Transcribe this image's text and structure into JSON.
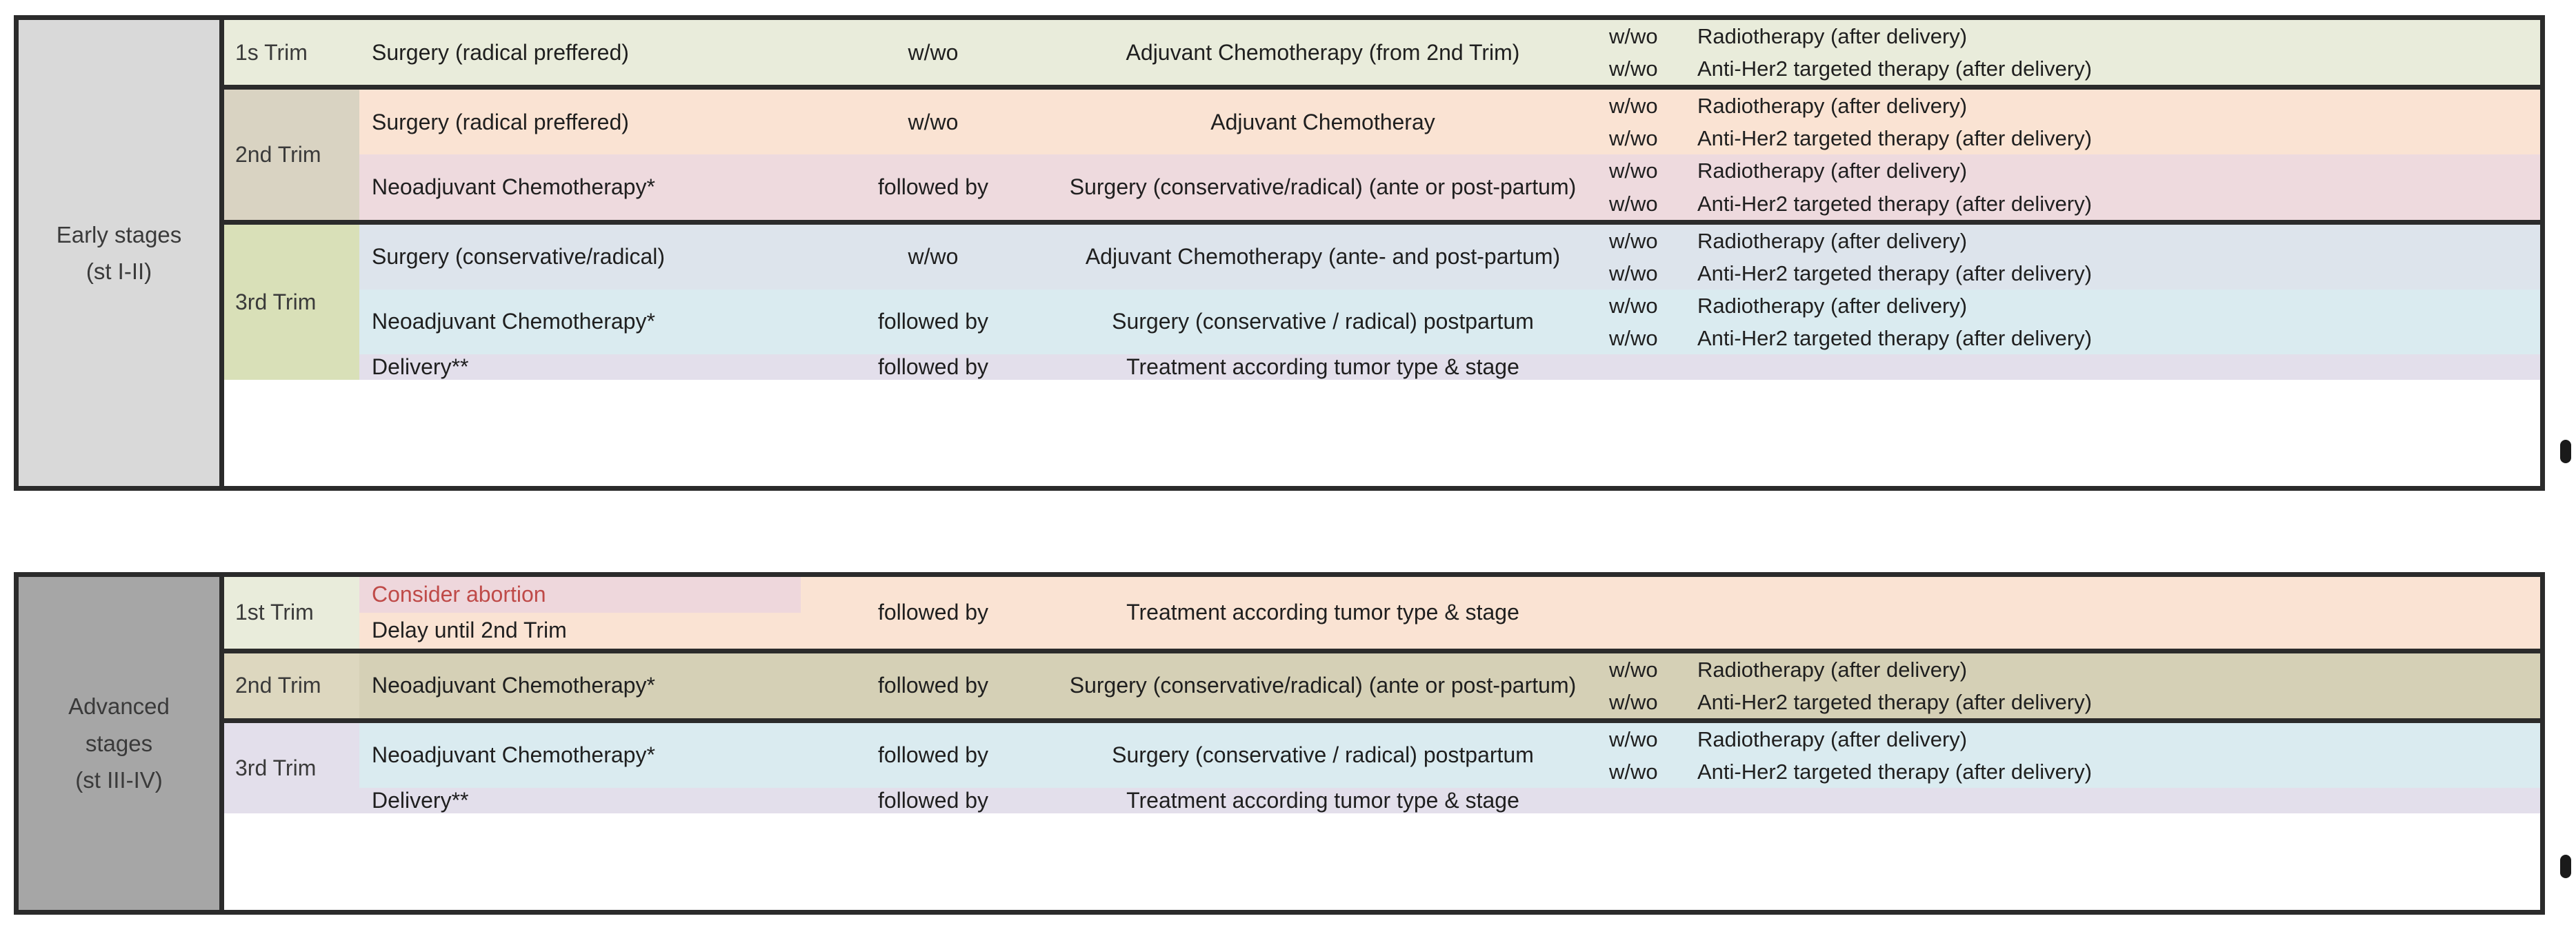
{
  "figure": {
    "type": "treatment-algorithm-table",
    "subject": "Breast cancer treatment during pregnancy by stage and trimester"
  },
  "colors": {
    "border": "#2b2b2b",
    "stage_early_bg": "#d9d9d9",
    "stage_advanced_bg": "#a6a6a6",
    "abortion_text": "#bf4a48",
    "abortion_highlight": "#eed7dc",
    "row_green": "#e9ecdb",
    "row_peach": "#fae3d3",
    "row_pink": "#eedade",
    "row_blue_grey": "#dde4ec",
    "row_light_blue": "#daebf0",
    "row_lavender": "#e3dfeb",
    "trim_tan": "#d9d3c2",
    "trim_olive": "#d9e0b8",
    "trim_cream": "#e9ecdb",
    "trim_khaki": "#ddd7bf",
    "trim_lavender": "#e3dfeb",
    "adv_2nd_khaki": "#d5d0b6"
  },
  "tables": [
    {
      "id": "early",
      "stage_label_lines": [
        "Early stages",
        "(st I-II)"
      ],
      "groups": [
        {
          "trimester": "1s Trim",
          "trim_bg": "#e9ecdb",
          "rows": [
            {
              "bg": "#e9ecdb",
              "primary": "Surgery (radical preffered)",
              "connector": "w/wo",
              "secondary": "Adjuvant Chemotherapy (from 2nd Trim)",
              "addons": [
                {
                  "wwo": "w/wo",
                  "text": "Radiotherapy (after delivery)"
                },
                {
                  "wwo": "w/wo",
                  "text": "Anti-Her2 targeted therapy (after delivery)"
                }
              ]
            }
          ]
        },
        {
          "trimester": "2nd Trim",
          "trim_bg": "#d9d3c2",
          "rows": [
            {
              "bg": "#fae3d3",
              "primary": "Surgery (radical preffered)",
              "connector": "w/wo",
              "secondary": "Adjuvant Chemotheray",
              "addons": [
                {
                  "wwo": "w/wo",
                  "text": "Radiotherapy (after delivery)"
                },
                {
                  "wwo": "w/wo",
                  "text": "Anti-Her2 targeted therapy (after delivery)"
                }
              ]
            },
            {
              "bg": "#eedade",
              "primary": "Neoadjuvant Chemotherapy*",
              "connector": "followed by",
              "secondary": "Surgery (conservative/radical) (ante or post-partum)",
              "addons": [
                {
                  "wwo": "w/wo",
                  "text": "Radiotherapy (after delivery)"
                },
                {
                  "wwo": "w/wo",
                  "text": "Anti-Her2 targeted therapy (after delivery)"
                }
              ]
            }
          ]
        },
        {
          "trimester": "3rd Trim",
          "trim_bg": "#d9e0b8",
          "rows": [
            {
              "bg": "#dde4ec",
              "primary": "Surgery (conservative/radical)",
              "connector": "w/wo",
              "secondary": "Adjuvant Chemotherapy (ante- and post-partum)",
              "addons": [
                {
                  "wwo": "w/wo",
                  "text": "Radiotherapy (after delivery)"
                },
                {
                  "wwo": "w/wo",
                  "text": "Anti-Her2 targeted therapy (after delivery)"
                }
              ]
            },
            {
              "bg": "#daebf0",
              "primary": "Neoadjuvant Chemotherapy*",
              "connector": "followed by",
              "secondary": "Surgery (conservative / radical) postpartum",
              "addons": [
                {
                  "wwo": "w/wo",
                  "text": "Radiotherapy (after delivery)"
                },
                {
                  "wwo": "w/wo",
                  "text": "Anti-Her2 targeted therapy (after delivery)"
                }
              ]
            },
            {
              "bg": "#e3dfeb",
              "primary": "Delivery**",
              "connector": "followed by",
              "secondary": "Treatment according tumor type & stage",
              "addons": []
            }
          ]
        }
      ]
    },
    {
      "id": "advanced",
      "stage_label_lines": [
        "Advanced",
        "stages",
        "(st III-IV)"
      ],
      "groups": [
        {
          "trimester": "1st Trim",
          "trim_bg": "#e9ecdb",
          "rows": [
            {
              "bg": "#fae3d3",
              "primary_stacked": [
                "Consider abortion",
                "Delay until 2nd Trim"
              ],
              "primary_stacked_highlight": 0,
              "connector": "followed by",
              "secondary": "Treatment according tumor type & stage",
              "addons": []
            }
          ]
        },
        {
          "trimester": "2nd Trim",
          "trim_bg": "#ddd7bf",
          "rows": [
            {
              "bg": "#d5d0b6",
              "primary": "Neoadjuvant Chemotherapy*",
              "connector": "followed by",
              "secondary": "Surgery (conservative/radical) (ante or post-partum)",
              "addons": [
                {
                  "wwo": "w/wo",
                  "text": "Radiotherapy (after delivery)"
                },
                {
                  "wwo": "w/wo",
                  "text": "Anti-Her2 targeted therapy (after delivery)"
                }
              ]
            }
          ]
        },
        {
          "trimester": "3rd Trim",
          "trim_bg": "#e3dfeb",
          "rows": [
            {
              "bg": "#daebf0",
              "primary": "Neoadjuvant Chemotherapy*",
              "connector": "followed by",
              "secondary": "Surgery (conservative / radical) postpartum",
              "addons": [
                {
                  "wwo": "w/wo",
                  "text": "Radiotherapy (after delivery)"
                },
                {
                  "wwo": "w/wo",
                  "text": "Anti-Her2 targeted therapy (after delivery)"
                }
              ]
            },
            {
              "bg": "#e3dfeb",
              "primary": "Delivery**",
              "connector": "followed by",
              "secondary": "Treatment according tumor type & stage",
              "addons": []
            }
          ]
        }
      ]
    }
  ]
}
